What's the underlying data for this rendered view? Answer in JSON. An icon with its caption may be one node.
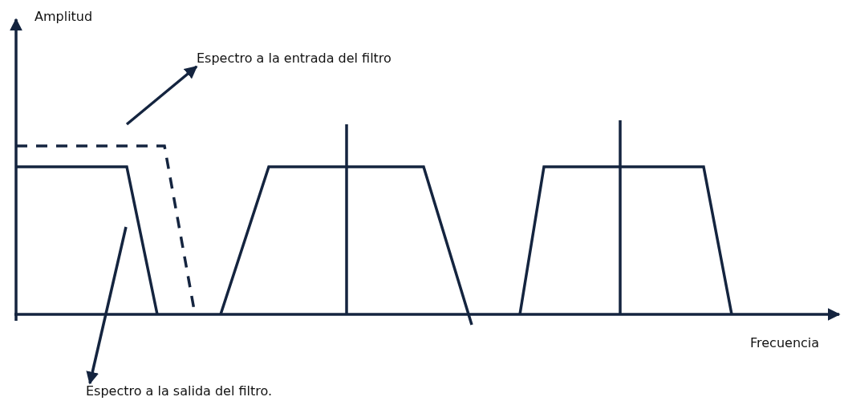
{
  "diagram": {
    "nodes": [
      {
        "text": [
          "Espectro a la entrada del filtro"
        ]
      },
      {
        "text": [
          "Espectro a la salida del filtro."
        ]
      }
    ],
    "edges": [
      {
        "from": null,
        "to": 0,
        "arrow": "to"
      },
      {
        "from": null,
        "to": 1,
        "arrow": "to"
      }
    ],
    "labels": [
      "Amplitud",
      "Frecuencia"
    ]
  }
}
